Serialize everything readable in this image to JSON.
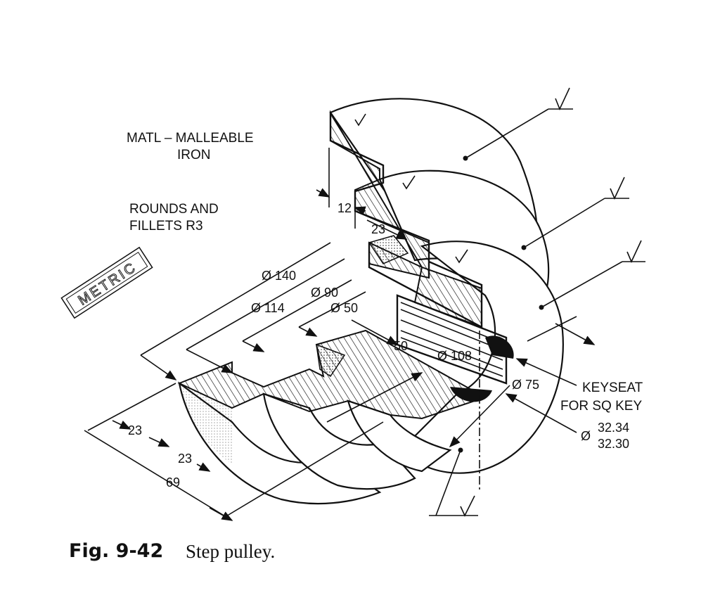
{
  "notes": {
    "material_line1": "MATL – MALLEABLE",
    "material_line2": "IRON",
    "rounds_line1": "ROUNDS AND",
    "rounds_line2": "FILLETS R3",
    "stamp": "METRIC"
  },
  "dimensions": {
    "d140": "Ø 140",
    "d114": "Ø 114",
    "d90": "Ø 90",
    "d50": "Ø 50",
    "d108": "Ø 108",
    "d75": "Ø 75",
    "len50": "50",
    "w12": "12",
    "w23_top": "23",
    "w23_a": "23",
    "w23_b": "23",
    "w69": "69",
    "keyseat_line1": "KEYSEAT",
    "keyseat_line2": "FOR SQ KEY",
    "bore_upper": "32.34",
    "bore_lower": "32.30",
    "bore_symbol": "Ø"
  },
  "caption": {
    "number": "Fig. 9-42",
    "title": "Step pulley."
  }
}
